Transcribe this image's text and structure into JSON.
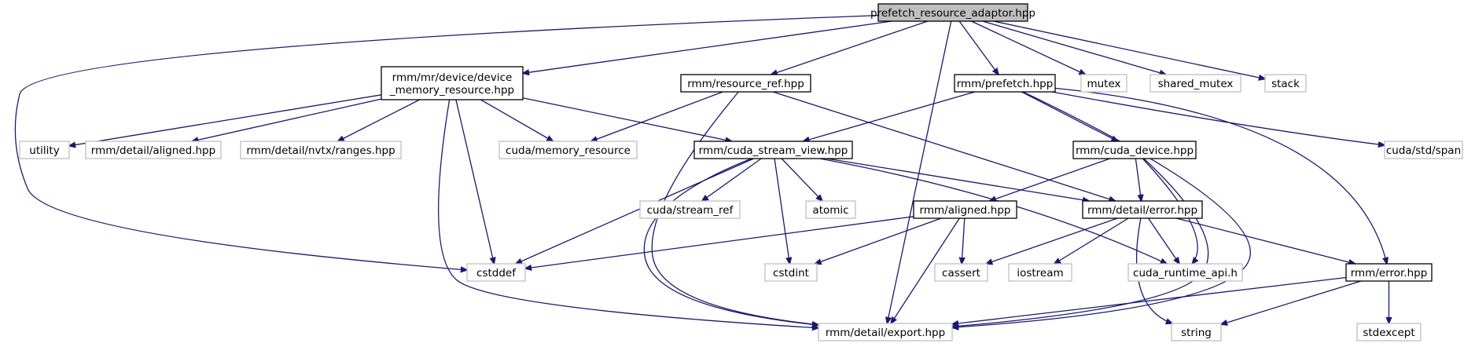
{
  "colors": {
    "edge": "#191970",
    "root_fill": "#bfbfbf",
    "box_border": "#000000",
    "muted_border": "#bfbfbf"
  },
  "nodes": [
    {
      "id": "root",
      "label": "prefetch_resource_adaptor.hpp",
      "kind": "root"
    },
    {
      "id": "dmr",
      "label": "rmm/mr/device/device\n_memory_resource.hpp",
      "kind": "documented"
    },
    {
      "id": "rref",
      "label": "rmm/resource_ref.hpp",
      "kind": "documented"
    },
    {
      "id": "prefetch",
      "label": "rmm/prefetch.hpp",
      "kind": "documented"
    },
    {
      "id": "mutex",
      "label": "mutex",
      "kind": "external"
    },
    {
      "id": "smutex",
      "label": "shared_mutex",
      "kind": "external"
    },
    {
      "id": "stack",
      "label": "stack",
      "kind": "external"
    },
    {
      "id": "utility",
      "label": "utility",
      "kind": "external"
    },
    {
      "id": "aligned_d",
      "label": "rmm/detail/aligned.hpp",
      "kind": "external"
    },
    {
      "id": "nvtx",
      "label": "rmm/detail/nvtx/ranges.hpp",
      "kind": "external"
    },
    {
      "id": "cmr",
      "label": "cuda/memory_resource",
      "kind": "external"
    },
    {
      "id": "csv",
      "label": "rmm/cuda_stream_view.hpp",
      "kind": "documented"
    },
    {
      "id": "cdev",
      "label": "rmm/cuda_device.hpp",
      "kind": "documented"
    },
    {
      "id": "span",
      "label": "cuda/std/span",
      "kind": "external"
    },
    {
      "id": "sref",
      "label": "cuda/stream_ref",
      "kind": "external"
    },
    {
      "id": "atomic",
      "label": "atomic",
      "kind": "external"
    },
    {
      "id": "aligned",
      "label": "rmm/aligned.hpp",
      "kind": "documented"
    },
    {
      "id": "derr",
      "label": "rmm/detail/error.hpp",
      "kind": "documented"
    },
    {
      "id": "cstddef",
      "label": "cstddef",
      "kind": "external"
    },
    {
      "id": "cstdint",
      "label": "cstdint",
      "kind": "external"
    },
    {
      "id": "cassert",
      "label": "cassert",
      "kind": "external"
    },
    {
      "id": "iostream",
      "label": "iostream",
      "kind": "external"
    },
    {
      "id": "cudart",
      "label": "cuda_runtime_api.h",
      "kind": "external"
    },
    {
      "id": "err",
      "label": "rmm/error.hpp",
      "kind": "documented"
    },
    {
      "id": "export",
      "label": "rmm/detail/export.hpp",
      "kind": "external"
    },
    {
      "id": "string",
      "label": "string",
      "kind": "external"
    },
    {
      "id": "stdexcept",
      "label": "stdexcept",
      "kind": "external"
    }
  ],
  "edges": [
    {
      "from": "root",
      "to": "dmr"
    },
    {
      "from": "root",
      "to": "rref"
    },
    {
      "from": "root",
      "to": "prefetch"
    },
    {
      "from": "root",
      "to": "mutex"
    },
    {
      "from": "root",
      "to": "smutex"
    },
    {
      "from": "root",
      "to": "stack"
    },
    {
      "from": "root",
      "to": "cstddef"
    },
    {
      "from": "root",
      "to": "export"
    },
    {
      "from": "dmr",
      "to": "utility"
    },
    {
      "from": "dmr",
      "to": "aligned_d"
    },
    {
      "from": "dmr",
      "to": "nvtx"
    },
    {
      "from": "dmr",
      "to": "cmr"
    },
    {
      "from": "dmr",
      "to": "csv"
    },
    {
      "from": "dmr",
      "to": "cstddef"
    },
    {
      "from": "dmr",
      "to": "export"
    },
    {
      "from": "rref",
      "to": "cmr"
    },
    {
      "from": "rref",
      "to": "derr"
    },
    {
      "from": "rref",
      "to": "export"
    },
    {
      "from": "prefetch",
      "to": "csv"
    },
    {
      "from": "prefetch",
      "to": "cdev"
    },
    {
      "from": "prefetch",
      "to": "span"
    },
    {
      "from": "prefetch",
      "to": "err"
    },
    {
      "from": "prefetch",
      "to": "export"
    },
    {
      "from": "csv",
      "to": "sref"
    },
    {
      "from": "csv",
      "to": "atomic"
    },
    {
      "from": "csv",
      "to": "cstddef"
    },
    {
      "from": "csv",
      "to": "cstdint"
    },
    {
      "from": "csv",
      "to": "derr"
    },
    {
      "from": "csv",
      "to": "cudart"
    },
    {
      "from": "csv",
      "to": "export"
    },
    {
      "from": "cdev",
      "to": "aligned"
    },
    {
      "from": "cdev",
      "to": "derr"
    },
    {
      "from": "cdev",
      "to": "cudart"
    },
    {
      "from": "cdev",
      "to": "export"
    },
    {
      "from": "aligned",
      "to": "cstddef"
    },
    {
      "from": "aligned",
      "to": "cstdint"
    },
    {
      "from": "aligned",
      "to": "cassert"
    },
    {
      "from": "aligned",
      "to": "export"
    },
    {
      "from": "derr",
      "to": "cassert"
    },
    {
      "from": "derr",
      "to": "iostream"
    },
    {
      "from": "derr",
      "to": "cudart"
    },
    {
      "from": "derr",
      "to": "string"
    },
    {
      "from": "derr",
      "to": "err"
    },
    {
      "from": "err",
      "to": "export"
    },
    {
      "from": "err",
      "to": "string"
    },
    {
      "from": "err",
      "to": "stdexcept"
    }
  ]
}
